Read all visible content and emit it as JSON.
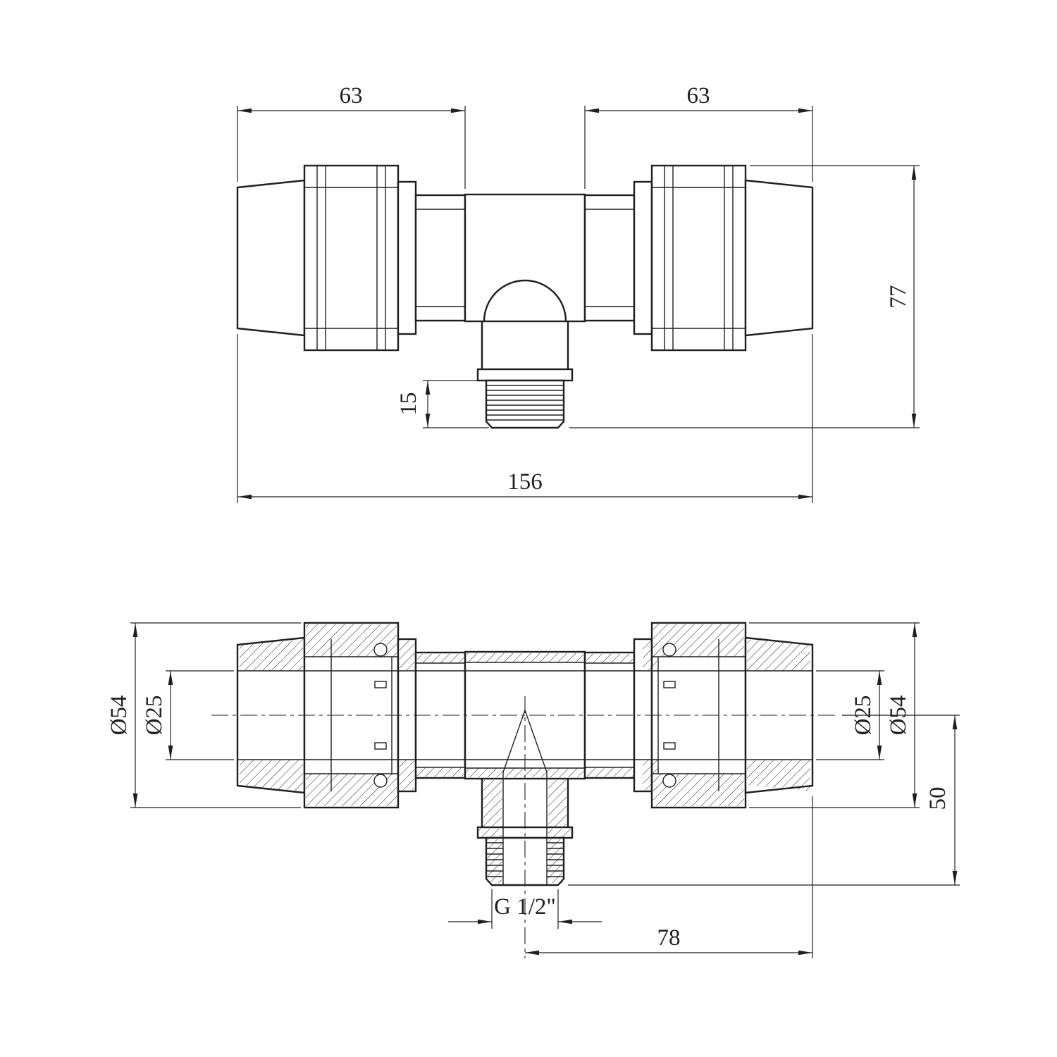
{
  "drawing": {
    "line_color": "#1f1f1f",
    "background": "#ffffff",
    "top_view": {
      "dim_left_width": "63",
      "dim_right_width": "63",
      "dim_overall_height": "77",
      "dim_thread_length": "15",
      "dim_overall_length": "156"
    },
    "section_view": {
      "dim_outer_dia_left": "Ø54",
      "dim_bore_dia_left": "Ø25",
      "dim_bore_dia_right": "Ø25",
      "dim_outer_dia_right": "Ø54",
      "dim_branch_height": "50",
      "dim_thread_spec": "G 1/2\"",
      "dim_branch_to_end": "78"
    }
  }
}
